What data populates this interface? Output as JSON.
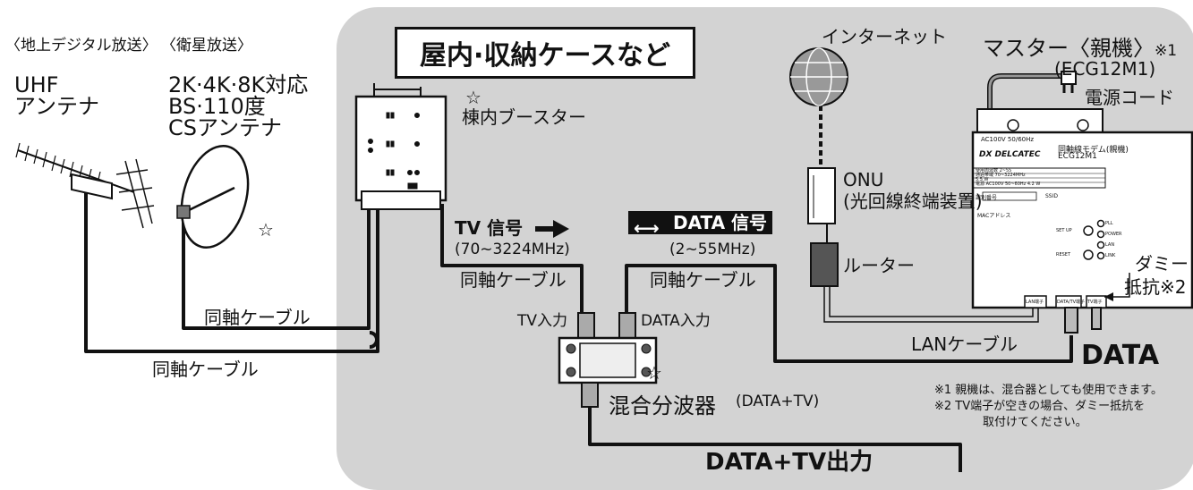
{
  "labels": {
    "terrestrial": "〈地上デジタル放送〉",
    "satellite": "〈衛星放送〉",
    "uhf_line1": "UHF",
    "uhf_line2": "アンテナ",
    "sat_line1": "2K·4K·8K対応",
    "sat_line2": "BS·110度",
    "sat_line3": "CSアンテナ",
    "indoor_title": "屋内·収納ケースなど",
    "booster_star": "☆",
    "booster": "棟内ブースター",
    "internet": "インターネット",
    "master": "マスター〈親機〉",
    "master_note": "※1",
    "master_model": "(ECG12M1)",
    "power_cord": "電源コード",
    "onu_line1": "ONU",
    "onu_line2": "(光回線終端装置)",
    "router": "ルーター",
    "tv_signal": "TV 信号",
    "tv_freq": "(70~3224MHz)",
    "data_signal": "DATA 信号",
    "data_freq": "(2~55MHz)",
    "coax_1": "同軸ケーブル",
    "coax_2": "同軸ケーブル",
    "coax_3": "同軸ケーブル",
    "coax_4": "同軸ケーブル",
    "tv_input": "TV入力",
    "data_input": "DATA入力",
    "mixer_star": "☆",
    "mixer": "混合分波器",
    "mixer_suffix": "(DATA+TV)",
    "lan_cable": "LANケーブル",
    "data_out": "DATA",
    "dummy_line1": "ダミー",
    "dummy_line2": "抵抗※2",
    "note1": "※1 親機は、混合器としても使用できます。",
    "note2a": "※2 TV端子が空きの場合、ダミー抵抗を",
    "note2b": "取付けてください。",
    "output": "DATA+TV出力",
    "dish_star": "☆"
  },
  "modem_panel": {
    "brand": "DX DELCATEC",
    "product": "同軸線モデム(親機)",
    "model": "ECG12M1",
    "ac_label": "AC100V 50/60Hz",
    "spec_rows": [
      {
        "name": "使用周波数",
        "value": "2~55"
      },
      {
        "name": "通過帯域",
        "value": "70~3224MHz"
      },
      {
        "name": "",
        "value": "5.5 W"
      },
      {
        "name": "電源",
        "value": "AC100V 50~60Hz 4.2 W"
      }
    ],
    "id_label": "識別番号",
    "ssid_label": "SSID",
    "mac_label": "MACアドレス",
    "buttons": [
      "SET UP",
      "RESET"
    ],
    "leds": [
      "PLL",
      "POWER",
      "LAN",
      "LINK"
    ],
    "ports": [
      "LAN端子",
      "DATA/TV端子",
      "TV端子"
    ]
  },
  "colors": {
    "panel": "#d3d3d3",
    "line": "#111111",
    "white": "#ffffff"
  }
}
